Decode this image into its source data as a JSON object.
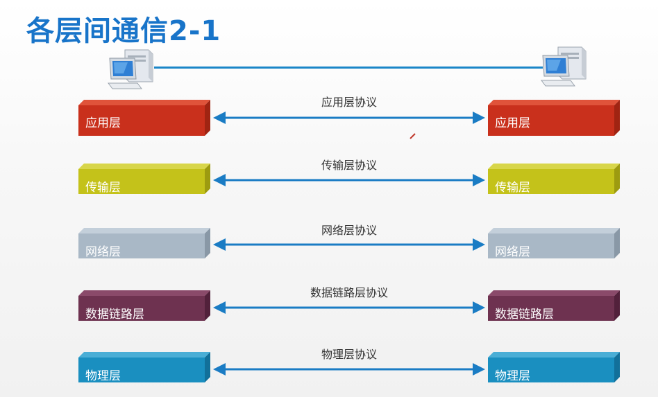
{
  "slide": {
    "title": "各层间通信2-1"
  },
  "computers": {
    "left_icon": "desktop-computer-icon",
    "right_icon": "desktop-computer-icon"
  },
  "layers": [
    {
      "left_label": "应用层",
      "right_label": "应用层",
      "protocol": "应用层协议",
      "color": "#c9301c",
      "top_color": "#e0533a",
      "side_color": "#a02412"
    },
    {
      "left_label": "传输层",
      "right_label": "传输层",
      "protocol": "传输层协议",
      "color": "#c4c21a",
      "top_color": "#d8d64a",
      "side_color": "#9d9b10"
    },
    {
      "left_label": "网络层",
      "right_label": "网络层",
      "protocol": "网络层协议",
      "color": "#a9b8c6",
      "top_color": "#c3cfda",
      "side_color": "#8998a6"
    },
    {
      "left_label": "数据链路层",
      "right_label": "数据链路层",
      "protocol": "数据链路层协议",
      "color": "#6e3250",
      "top_color": "#8a4a6a",
      "side_color": "#52213b"
    },
    {
      "left_label": "物理层",
      "right_label": "物理层",
      "protocol": "物理层协议",
      "color": "#1a8fc0",
      "top_color": "#4aaed6",
      "side_color": "#12709a"
    }
  ],
  "colors": {
    "title": "#1874c9",
    "arrow": "#1a7cc4",
    "link_line": "#1a86c8"
  }
}
